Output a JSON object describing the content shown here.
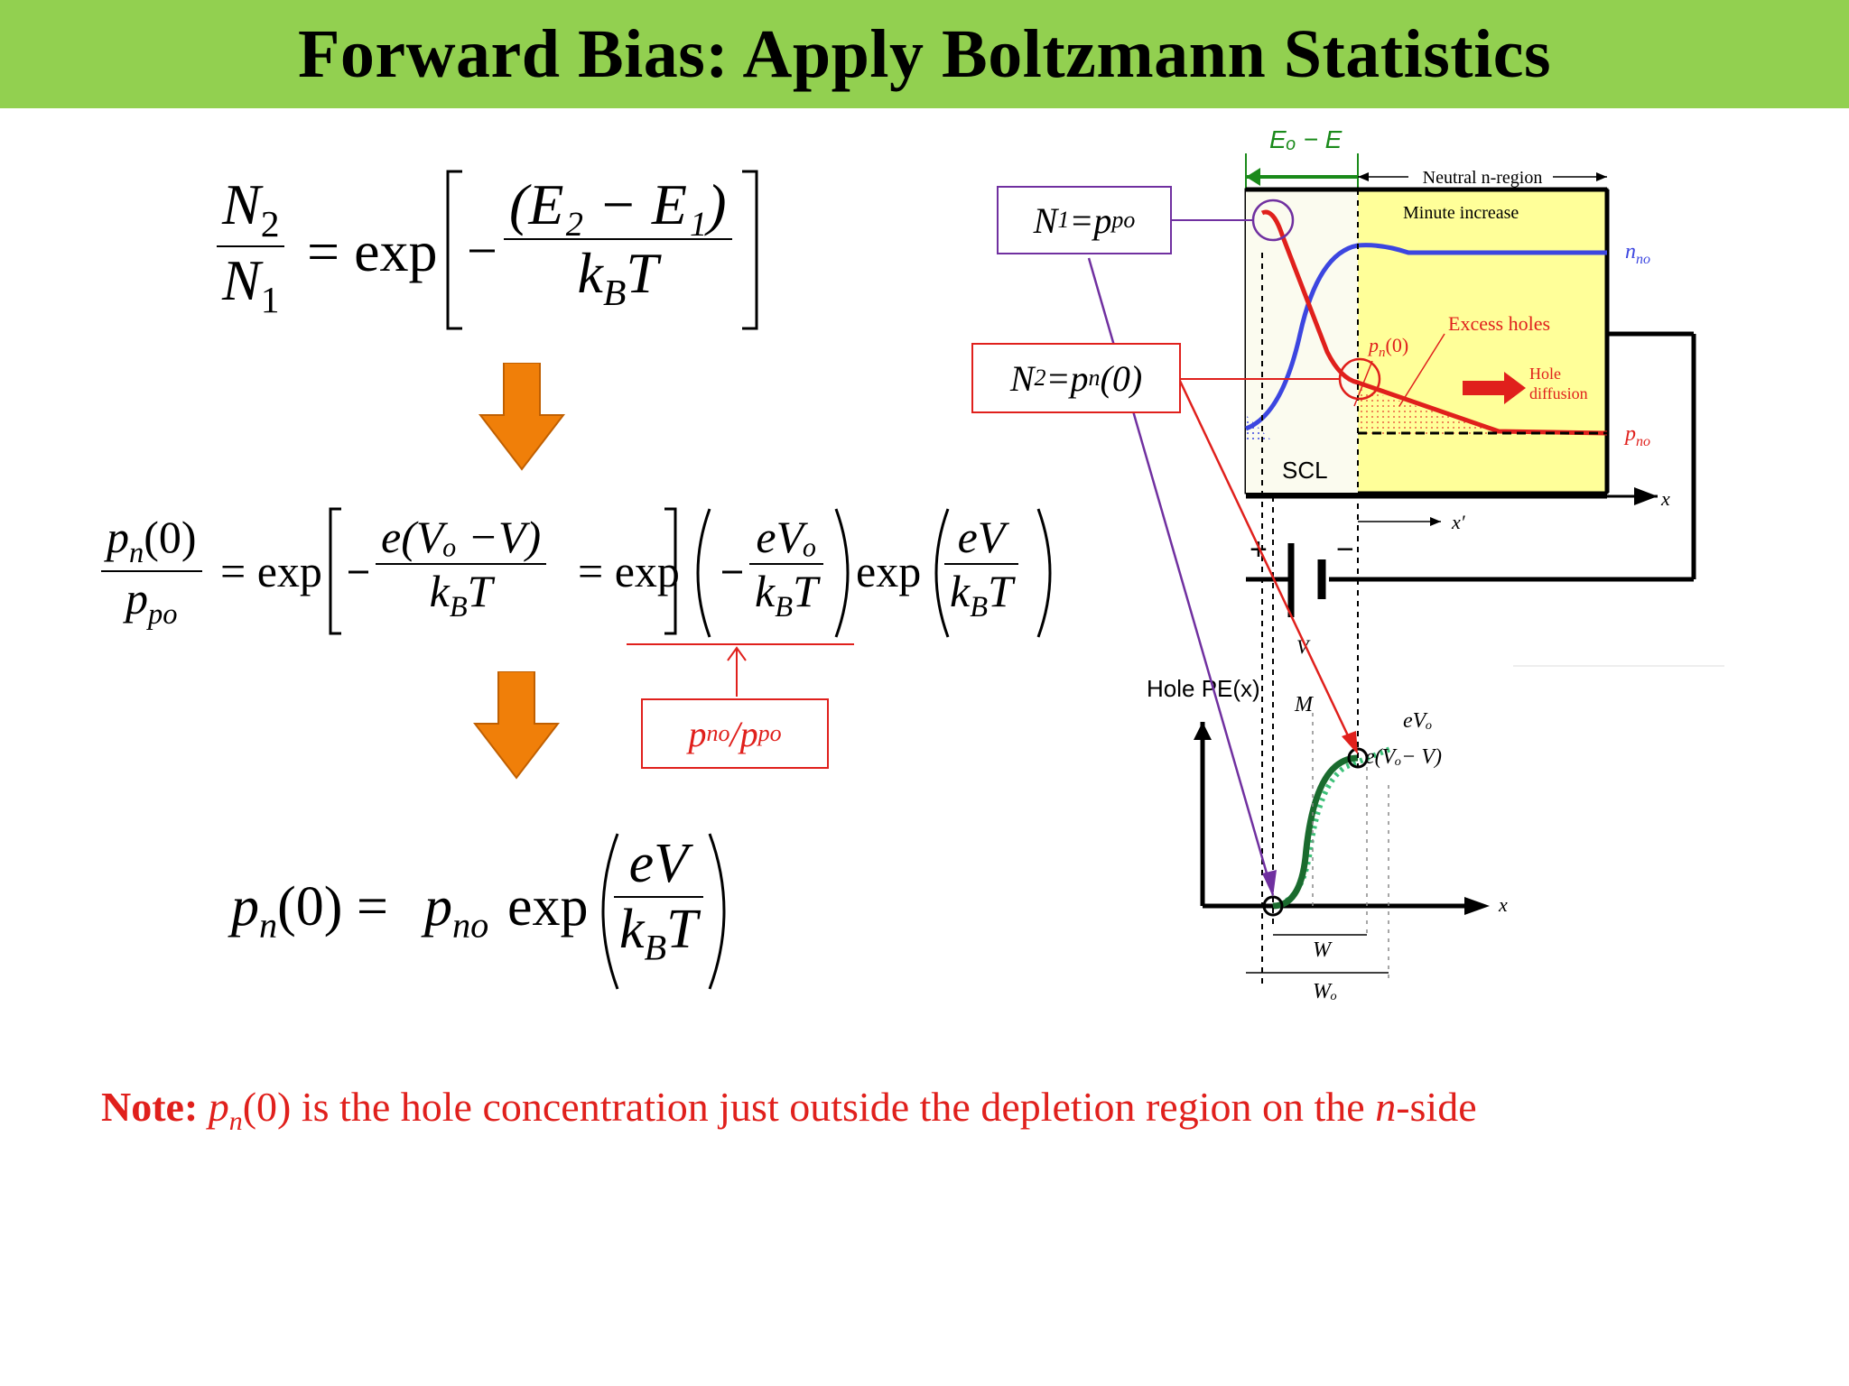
{
  "title": "Forward Bias: Apply Boltzmann Statistics",
  "equations": {
    "eq1": {
      "lhs_num": "N",
      "lhs_num_sub": "2",
      "lhs_den": "N",
      "lhs_den_sub": "1",
      "rhs_prefix": "= exp",
      "rhs_num": "(E₂ − E₁)",
      "rhs_den": "k",
      "rhs_den_sub": "B",
      "rhs_den_tail": "T"
    },
    "eq2": {
      "lhs_num": "p",
      "lhs_num_sub": "n",
      "lhs_num_tail": "(0)",
      "lhs_den": "p",
      "lhs_den_sub": "po",
      "exp1": "= exp",
      "f1_num": "e(Vₒ −V)",
      "f1_den": "k",
      "f1_den_sub": "B",
      "f1_den_tail": "T",
      "exp2": "= exp",
      "f2_num": "eVₒ",
      "exp3": "exp",
      "f3_num": "eV"
    },
    "eq3": {
      "lhs": "p",
      "lhs_sub": "n",
      "lhs_tail": "(0) =",
      "rhs": "p",
      "rhs_sub": "no",
      "exp": "exp",
      "num": "eV",
      "den": "k",
      "den_sub": "B",
      "den_tail": "T"
    },
    "ratio_label": {
      "p1": "p",
      "p1_sub": "no",
      "slash": "/",
      "p2": "p",
      "p2_sub": "po"
    }
  },
  "callouts": {
    "n1": {
      "a": "N",
      "a_sub": "1",
      "eq": " = ",
      "b": "p",
      "b_sub": "po"
    },
    "n2": {
      "a": "N",
      "a_sub": "2",
      "eq": " = ",
      "b": "p",
      "b_sub": "n",
      "tail": "(0)"
    }
  },
  "diagram": {
    "energy_label": "Eₒ − E",
    "neutral_region": "Neutral n-region",
    "minute_increase": "Minute increase",
    "n_no": "n",
    "n_no_sub": "no",
    "pn0": "p",
    "pn0_sub": "n",
    "pn0_tail": "(0)",
    "excess_holes": "Excess holes",
    "hole_diffusion_1": "Hole",
    "hole_diffusion_2": "diffusion",
    "p_no": "p",
    "p_no_sub": "no",
    "scl": "SCL",
    "x": "x",
    "x_prime": "x′",
    "battery_plus": "+",
    "battery_minus": "−",
    "battery_v": "V",
    "pe_label": "Hole PE(x)",
    "m_label": "M",
    "eVo": "eVₒ",
    "eVoV": "e(Vₒ− V)",
    "w_label": "W",
    "wo_label": "Wₒ",
    "colors": {
      "red": "#e0201c",
      "blue": "#3c46e0",
      "yellow": "#ffff99",
      "green": "#1a8a1a",
      "purple": "#7030a0",
      "orange": "#f07f09"
    }
  },
  "note": {
    "label": "Note:",
    "p": "p",
    "p_sub": "n",
    "text": "(0) is the hole concentration just outside the depletion region on the ",
    "n": "n",
    "tail": "-side"
  }
}
